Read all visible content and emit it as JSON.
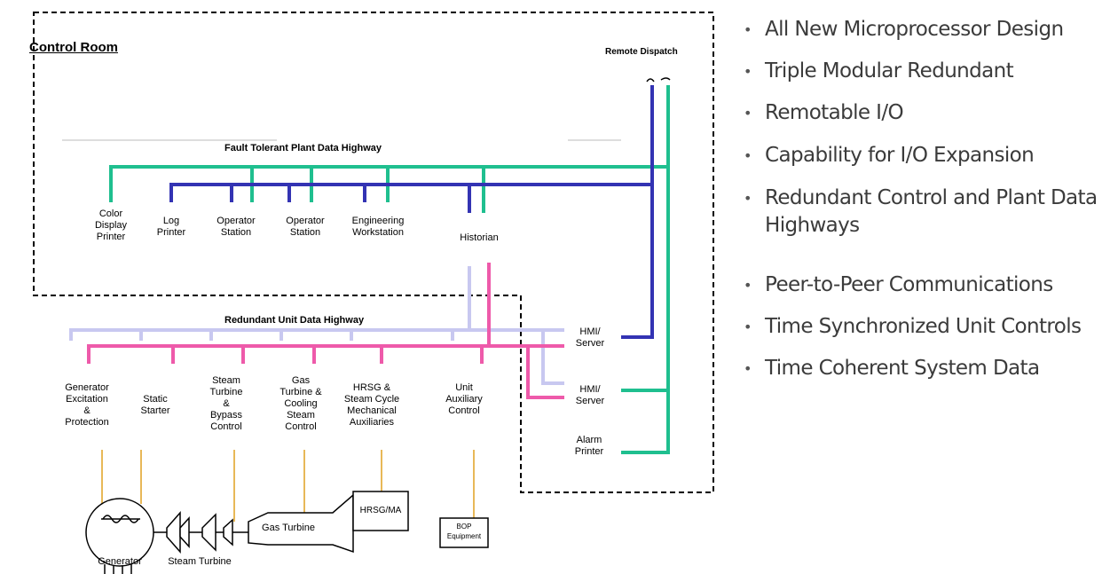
{
  "control_room": {
    "title": "Control Room",
    "remote_dispatch": "Remote Dispatch"
  },
  "plant_highway": {
    "label": "Fault Tolerant Plant Data Highway"
  },
  "unit_highway": {
    "label": "Redundant Unit Data Highway"
  },
  "control_room_nodes": [
    {
      "label": "Color\nDisplay\nPrinter"
    },
    {
      "label": "Log\nPrinter"
    },
    {
      "label": "Operator\nStation"
    },
    {
      "label": "Operator\nStation"
    },
    {
      "label": "Engineering\nWorkstation"
    },
    {
      "label": "Historian"
    }
  ],
  "side_nodes": [
    {
      "label": "HMI/\nServer"
    },
    {
      "label": "HMI/\nServer"
    },
    {
      "label": "Alarm\nPrinter"
    }
  ],
  "unit_nodes": [
    {
      "label": "Generator\nExcitation\n&\nProtection"
    },
    {
      "label": "Static\nStarter"
    },
    {
      "label": "Steam\nTurbine\n&\nBypass\nControl"
    },
    {
      "label": "Gas\nTurbine &\nCooling\nSteam\nControl"
    },
    {
      "label": "HRSG &\nSteam Cycle\nMechanical\nAuxiliaries"
    },
    {
      "label": "Unit\nAuxiliary\nControl"
    }
  ],
  "equipment": {
    "generator": "Generator",
    "steam_turbine": "Steam Turbine",
    "gas_turbine": "Gas Turbine",
    "hrsg": "HRSG/MA",
    "bop": "BOP\nEquipment"
  },
  "colors": {
    "plant_green": "#1fbf8f",
    "plant_blue": "#3333b3",
    "unit_lavender": "#c8c8f0",
    "unit_pink": "#ee5aaa",
    "io_orange": "#e0a020"
  },
  "features": [
    "All New Microprocessor Design",
    "Triple Modular Redundant",
    "Remotable I/O",
    "Capability for I/O Expansion",
    "Redundant Control and Plant Data\nHighways",
    "Peer-to-Peer Communications",
    "Time Synchronized Unit Controls",
    "Time Coherent System Data"
  ]
}
